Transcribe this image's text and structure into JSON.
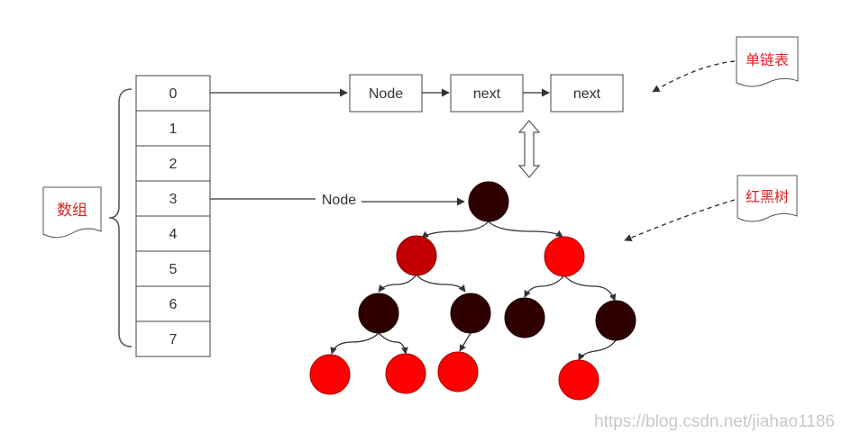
{
  "array": {
    "indices": [
      "0",
      "1",
      "2",
      "3",
      "4",
      "5",
      "6",
      "7"
    ]
  },
  "labels": {
    "array_note": "数组",
    "linked_list_note": "单链表",
    "rbtree_note": "红黑树"
  },
  "linked_list": {
    "nodes": [
      "Node",
      "next",
      "next"
    ]
  },
  "tree_pointer_label": "Node",
  "colors": {
    "black_node": "#2e0000",
    "dark_red_node": "#c00000",
    "red_node": "#ff0000",
    "note_text": "#e02020",
    "line": "#333333"
  },
  "watermark": "https://blog.csdn.net/jiahao1186"
}
